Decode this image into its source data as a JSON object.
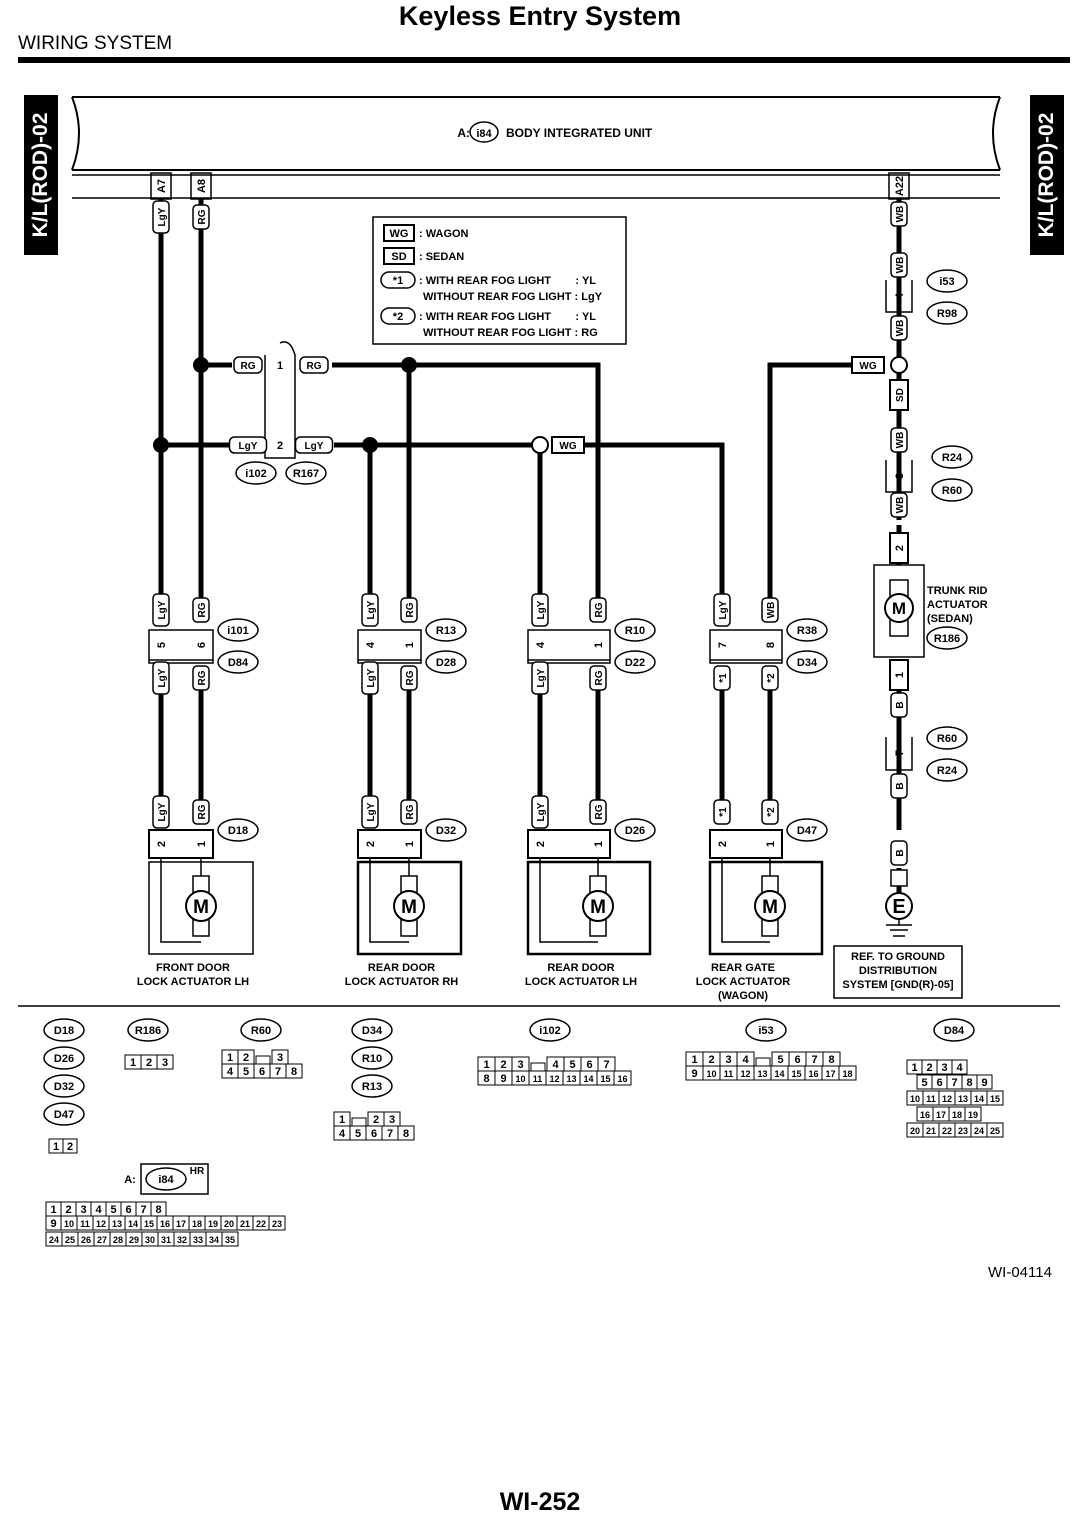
{
  "header": {
    "section": "WIRING SYSTEM",
    "title": "Keyless Entry System"
  },
  "side_tabs": {
    "left": "K/L(ROD)-02",
    "right": "K/L(ROD)-02"
  },
  "unit": {
    "prefix": "A:",
    "code": "i84",
    "name": "BODY INTEGRATED UNIT",
    "pins": [
      "A7",
      "A8",
      "A22"
    ]
  },
  "legend": {
    "wg": {
      "tag": "WG",
      "text": ": WAGON"
    },
    "sd": {
      "tag": "SD",
      "text": ": SEDAN"
    },
    "s1": {
      "tag": "*1",
      "line1": ": WITH REAR FOG LIGHT        : YL",
      "line2": "WITHOUT REAR FOG LIGHT : LgY"
    },
    "s2": {
      "tag": "*2",
      "line1": ": WITH REAR FOG LIGHT        : YL",
      "line2": "WITHOUT REAR FOG LIGHT : RG"
    }
  },
  "wires": {
    "lgy": "LgY",
    "rg": "RG",
    "wb": "WB",
    "wg": "WG",
    "sd": "SD",
    "b": "B",
    "s1": "*1",
    "s2": "*2"
  },
  "junction": {
    "pin1": "1",
    "pin2": "2",
    "conn_a": "i102",
    "conn_b": "R167"
  },
  "right_branch": {
    "pin4": "4",
    "conn_i53": "i53",
    "conn_r98": "R98",
    "pin3": "3",
    "conn_r24": "R24",
    "conn_r60": "R60",
    "pin2": "2",
    "pin1": "1",
    "pin7": "7",
    "conn_r186": "R186",
    "trunk_label": [
      "TRUNK RID",
      "ACTUATOR",
      "(SEDAN)"
    ],
    "ground_symbol": "E",
    "ground_ref": [
      "REF. TO GROUND",
      "DISTRIBUTION",
      "SYSTEM [GND(R)-05]"
    ]
  },
  "motor_symbol": "M",
  "actuators": [
    {
      "top_pins": [
        "5",
        "6"
      ],
      "top_conn": [
        "i101",
        "D84"
      ],
      "act_conn": "D18",
      "label": [
        "FRONT DOOR",
        "LOCK ACTUATOR LH"
      ]
    },
    {
      "top_pins": [
        "4",
        "1"
      ],
      "top_conn": [
        "R13",
        "D28"
      ],
      "act_conn": "D32",
      "label": [
        "REAR DOOR",
        "LOCK ACTUATOR RH"
      ]
    },
    {
      "top_pins": [
        "4",
        "1"
      ],
      "top_conn": [
        "R10",
        "D22"
      ],
      "act_conn": "D26",
      "label": [
        "REAR DOOR",
        "LOCK ACTUATOR LH"
      ]
    },
    {
      "top_pins": [
        "7",
        "8"
      ],
      "top_conn": [
        "R38",
        "D34"
      ],
      "act_conn": "D47",
      "label": [
        "REAR GATE",
        "LOCK ACTUATOR",
        "(WAGON)"
      ]
    }
  ],
  "actuator_pins": [
    "2",
    "1"
  ],
  "connector_views": {
    "g1": {
      "ids": [
        "D18",
        "D26",
        "D32",
        "D47"
      ],
      "rows": [
        [
          "1",
          "2"
        ]
      ]
    },
    "g2": {
      "ids": [
        "R186"
      ],
      "rows": [
        [
          "1",
          "2",
          "3"
        ]
      ]
    },
    "g3": {
      "ids": [
        "R60"
      ],
      "rows": [
        [
          "1",
          "2",
          "",
          "3"
        ],
        [
          "4",
          "5",
          "6",
          "7",
          "8"
        ]
      ]
    },
    "g4": {
      "ids": [
        "D34",
        "R10",
        "R13"
      ],
      "rows": [
        [
          "1",
          "",
          "2",
          "3"
        ],
        [
          "4",
          "5",
          "6",
          "7",
          "8"
        ]
      ]
    },
    "g5": {
      "ids": [
        "i102"
      ],
      "rows": [
        [
          "1",
          "2",
          "3",
          "",
          "4",
          "5",
          "6",
          "7"
        ],
        [
          "8",
          "9",
          "10",
          "11",
          "12",
          "13",
          "14",
          "15",
          "16"
        ]
      ]
    },
    "g6": {
      "ids": [
        "i53"
      ],
      "rows": [
        [
          "1",
          "2",
          "3",
          "4",
          "",
          "5",
          "6",
          "7",
          "8"
        ],
        [
          "9",
          "10",
          "11",
          "12",
          "13",
          "14",
          "15",
          "16",
          "17",
          "18"
        ]
      ]
    },
    "g7": {
      "ids": [
        "D84"
      ],
      "rows": [
        [
          "1",
          "2",
          "3",
          "4"
        ],
        [
          "5",
          "6",
          "7",
          "8",
          "9"
        ],
        [
          "10",
          "11",
          "12",
          "13",
          "14",
          "15"
        ],
        [
          "16",
          "17",
          "18",
          "19"
        ],
        [
          "20",
          "21",
          "22",
          "23",
          "24",
          "25"
        ]
      ]
    },
    "g8": {
      "prefix": "A:",
      "id": "i84",
      "suffix": "HR",
      "rows": [
        [
          "1",
          "2",
          "3",
          "4",
          "5",
          "6",
          "7",
          "8"
        ],
        [
          "9",
          "10",
          "11",
          "12",
          "13",
          "14",
          "15",
          "16",
          "17",
          "18",
          "19",
          "20",
          "21",
          "22",
          "23"
        ],
        [
          "24",
          "25",
          "26",
          "27",
          "28",
          "29",
          "30",
          "31",
          "32",
          "33",
          "34",
          "35"
        ]
      ]
    }
  },
  "footer": {
    "code": "WI-04114",
    "page": "WI-252"
  }
}
